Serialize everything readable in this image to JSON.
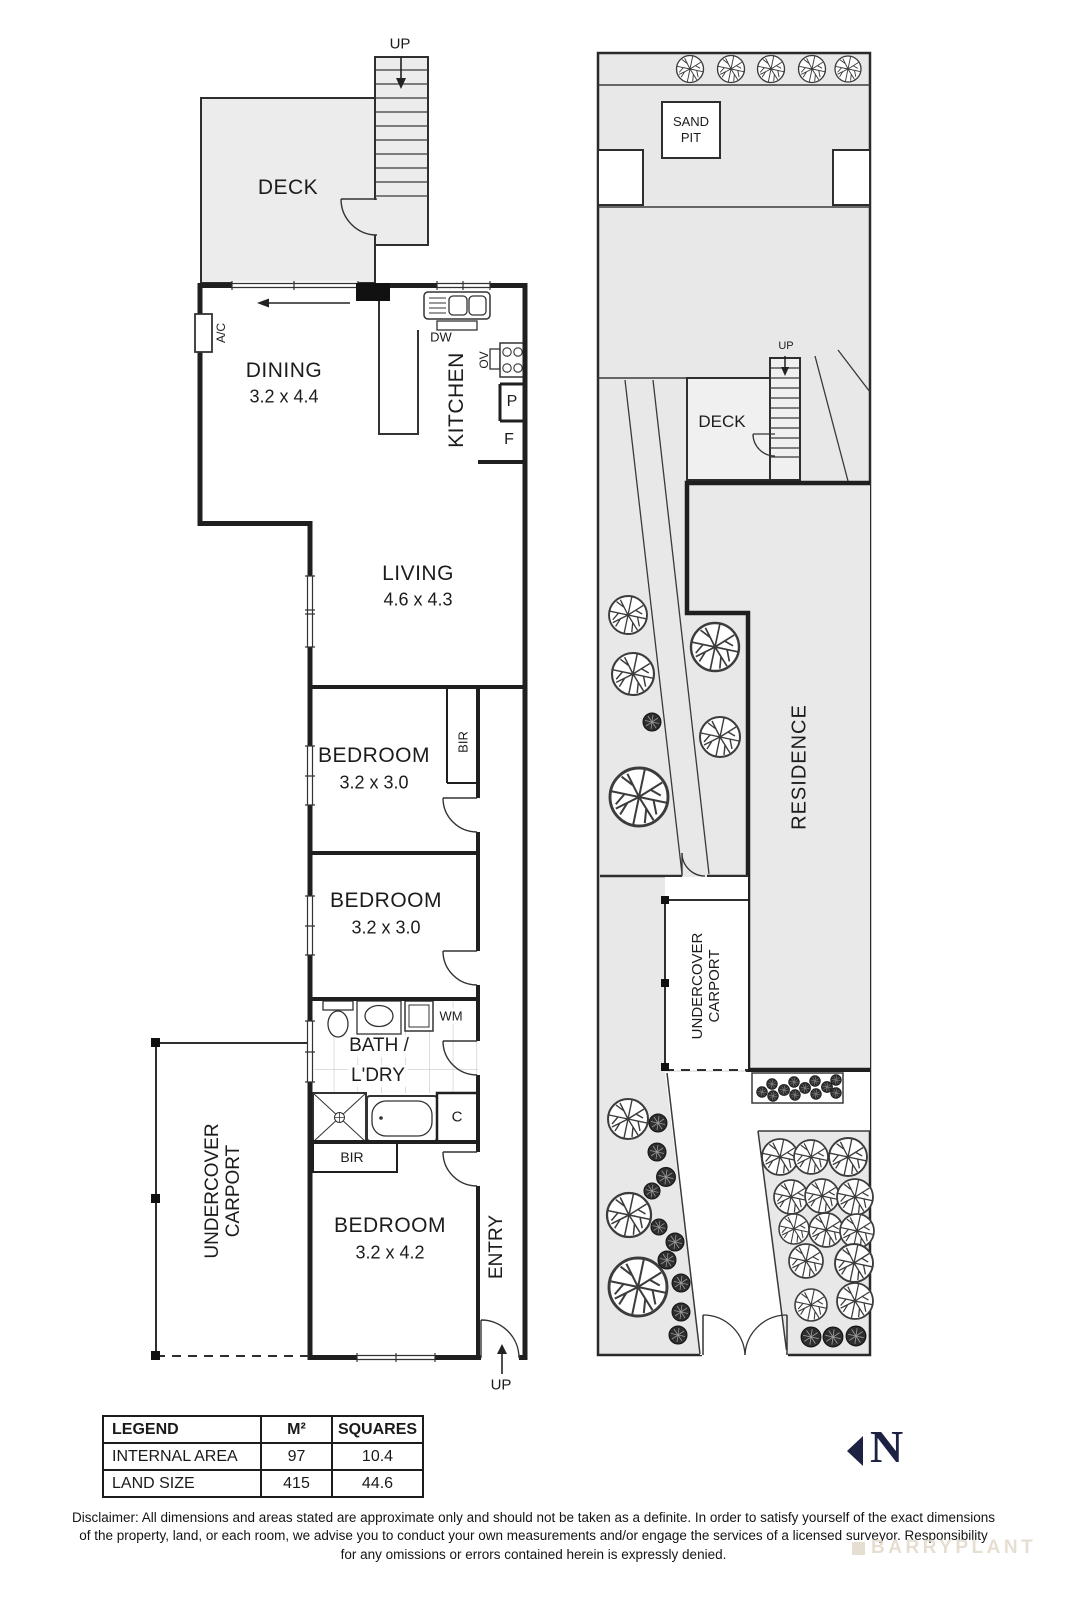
{
  "floor_plan": {
    "deck": "DECK",
    "stairs_up": "UP",
    "dining": {
      "name": "DINING",
      "dims": "3.2 x 4.4"
    },
    "ac": "A/C",
    "kitchen": {
      "name": "KITCHEN",
      "dw": "DW",
      "ov": "OV",
      "pantry": "P",
      "fridge": "F"
    },
    "living": {
      "name": "LIVING",
      "dims": "4.6 x 4.3"
    },
    "bedroom1": {
      "name": "BEDROOM",
      "dims": "3.2 x 3.0",
      "bir": "BIR"
    },
    "bedroom2": {
      "name": "BEDROOM",
      "dims": "3.2 x 3.0"
    },
    "bath": {
      "line1": "BATH /",
      "line2": "L'DRY",
      "wm": "WM",
      "cupboard": "C",
      "bir": "BIR"
    },
    "bedroom3": {
      "name": "BEDROOM",
      "dims": "3.2 x 4.2"
    },
    "entry": {
      "label": "ENTRY",
      "up": "UP"
    },
    "carport": {
      "line1": "UNDERCOVER",
      "line2": "CARPORT"
    }
  },
  "site_plan": {
    "sand_pit": {
      "line1": "SAND",
      "line2": "PIT"
    },
    "deck": {
      "label": "DECK",
      "up": "UP"
    },
    "residence": "RESIDENCE",
    "carport": {
      "line1": "UNDERCOVER",
      "line2": "CARPORT"
    }
  },
  "legend": {
    "headers": [
      "LEGEND",
      "M²",
      "SQUARES"
    ],
    "rows": [
      {
        "label": "INTERNAL AREA",
        "m2": "97",
        "squares": "10.4"
      },
      {
        "label": "LAND SIZE",
        "m2": "415",
        "squares": "44.6"
      }
    ]
  },
  "north": {
    "label": "N"
  },
  "disclaimer": {
    "lines": [
      "Disclaimer: All dimensions and areas stated are approximate only and should not be taken as a definite. In order to satisfy yourself of the exact dimensions",
      "of the property, land, or each room, we advise you to conduct your own measurements and/or engage the services of a licensed surveyor. Responsibility",
      "for any omissions or errors contained herein is expressly denied."
    ]
  },
  "watermark": "BARRYPLANT",
  "colors": {
    "wall": "#1f1f1f",
    "ground": "#e8e8e8",
    "north": "#1d2142"
  }
}
